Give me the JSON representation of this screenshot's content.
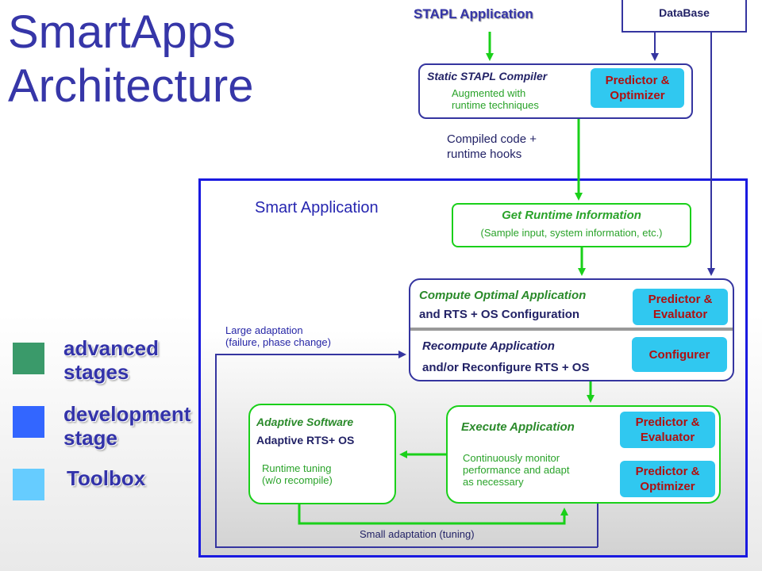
{
  "title": {
    "line1": "SmartApps",
    "line2": "Architecture"
  },
  "legend": {
    "items": [
      {
        "label_line1": "advanced",
        "label_line2": "stages",
        "color": "#3a9a6a"
      },
      {
        "label_line1": "development",
        "label_line2": "stage",
        "color": "#3366ff"
      },
      {
        "label_line1": "Toolbox",
        "label_line2": "",
        "color": "#66ccff"
      }
    ]
  },
  "top": {
    "stapl_application": "STAPL Application",
    "database": "DataBase",
    "compiler_title": "Static STAPL Compiler",
    "compiler_note_line1": "Augmented with",
    "compiler_note_line2": "runtime techniques",
    "compiler_predictor": "Predictor & Optimizer",
    "compiled_line1": "Compiled code +",
    "compiled_line2": "runtime hooks"
  },
  "smart_app": {
    "label": "Smart Application",
    "get_runtime_title": "Get Runtime Information",
    "get_runtime_sub": "(Sample input, system information, etc.)",
    "compute_line1": "Compute Optimal Application",
    "compute_line2": "and RTS + OS Configuration",
    "compute_predictor": "Predictor & Evaluator",
    "recompute_line1": "Recompute Application",
    "recompute_line2": "and/or Reconfigure RTS + OS",
    "configurer": "Configurer",
    "large_adapt_line1": "Large adaptation",
    "large_adapt_line2": "(failure, phase change)",
    "adaptive_title": "Adaptive Software",
    "adaptive_sub": "Adaptive RTS+ OS",
    "adaptive_note_line1": "Runtime tuning",
    "adaptive_note_line2": "(w/o recompile)",
    "execute_title": "Execute Application",
    "execute_note_line1": "Continuously monitor",
    "execute_note_line2": "performance and adapt",
    "execute_note_line3": "as necessary",
    "execute_predictor_eval": "Predictor & Evaluator",
    "execute_predictor_opt": "Predictor & Optimizer",
    "small_adapt": "Small adaptation (tuning)"
  }
}
